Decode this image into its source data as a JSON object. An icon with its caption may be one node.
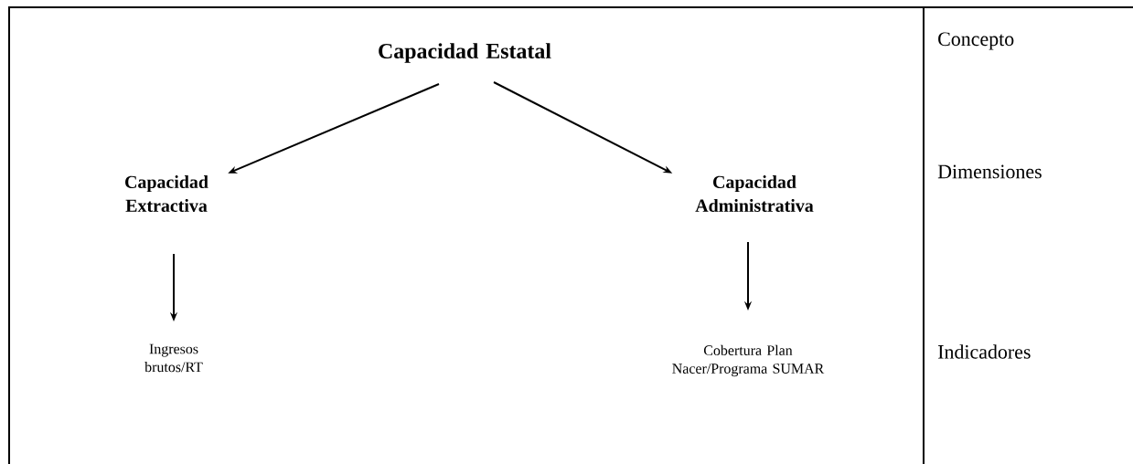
{
  "diagram": {
    "nodes": [
      {
        "text": [
          "Capacidad Estatal"
        ]
      },
      {
        "text": [
          "Capacidad Extractiva"
        ]
      },
      {
        "text": [
          "Capacidad Administrativa"
        ]
      },
      {
        "text": [
          "Ingresos brutos/RT"
        ]
      },
      {
        "text": [
          "Cobertura Plan Nacer/Programa SUMAR"
        ]
      }
    ],
    "edges": [
      {
        "from": 0,
        "to": 1,
        "arrow": "to"
      },
      {
        "from": 0,
        "to": 2,
        "arrow": "to"
      },
      {
        "from": 1,
        "to": 3,
        "arrow": "to"
      },
      {
        "from": 2,
        "to": 4,
        "arrow": "to"
      }
    ],
    "labels": [
      "Concepto",
      "Dimensiones",
      "Indicadores"
    ]
  }
}
